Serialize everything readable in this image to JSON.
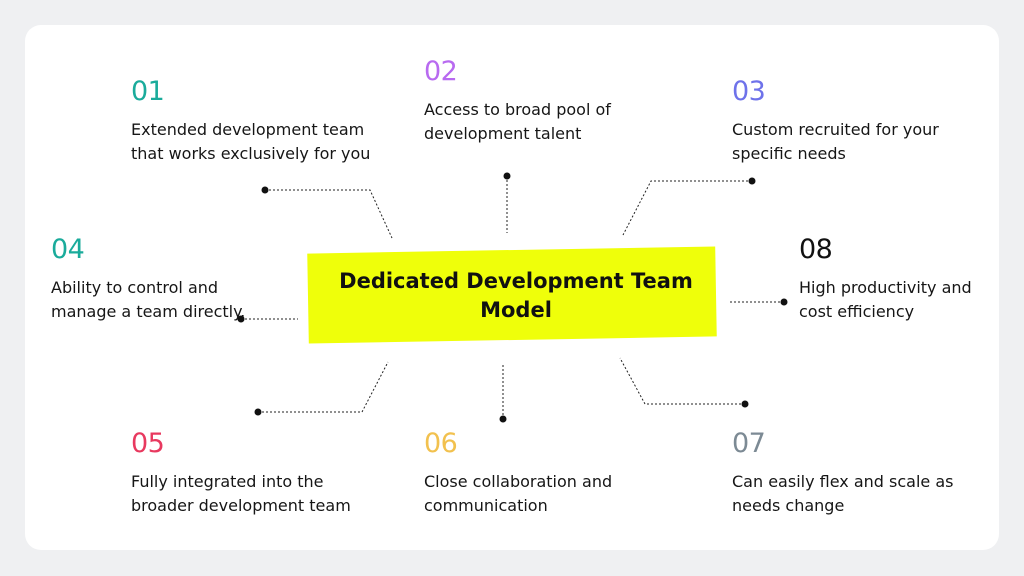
{
  "center_title": "Dedicated Development Team Model",
  "colors": {
    "item_01": "#1aab9b",
    "item_02": "#b86af0",
    "item_03": "#6e72ea",
    "item_04": "#1aab9b",
    "item_05": "#e8395f",
    "item_06": "#f2c14e",
    "item_07": "#7c8a94",
    "item_08": "#111111",
    "center_highlight": "#efff0a"
  },
  "items": [
    {
      "number": "01",
      "text": "Extended development team that works exclusively for you"
    },
    {
      "number": "02",
      "text": "Access to broad pool of development talent"
    },
    {
      "number": "03",
      "text": "Custom recruited for your specific needs"
    },
    {
      "number": "04",
      "text": "Ability to control and manage a team directly."
    },
    {
      "number": "05",
      "text": "Fully integrated into the broader development team"
    },
    {
      "number": "06",
      "text": "Close collaboration and communication"
    },
    {
      "number": "07",
      "text": "Can easily flex and scale as needs change"
    },
    {
      "number": "08",
      "text": "High productivity and cost efficiency"
    }
  ]
}
